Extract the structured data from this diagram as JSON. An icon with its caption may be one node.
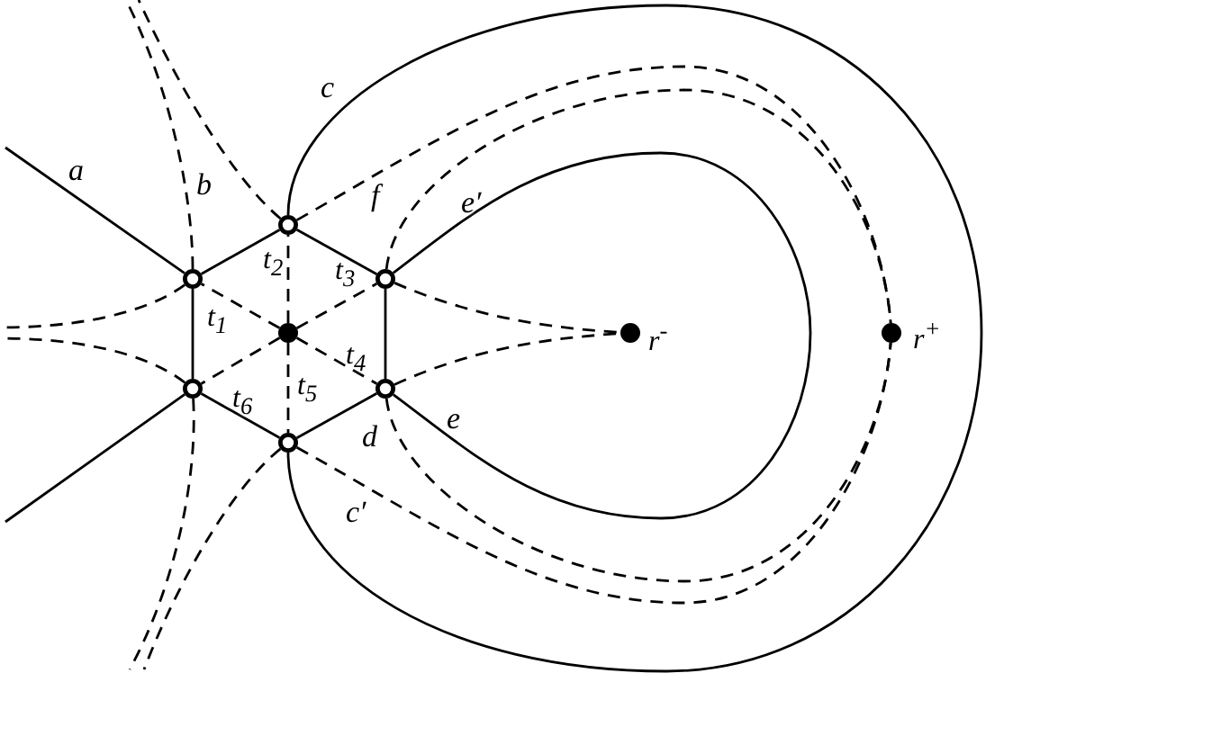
{
  "diagram": {
    "nodes": [
      {
        "text": [],
        "shape": "circle",
        "beside": [
          "t$_{1}$"
        ]
      },
      {
        "text": [],
        "shape": "circle",
        "beside": [
          "t$_{2}$"
        ]
      },
      {
        "text": [],
        "shape": "circle",
        "beside": [
          "t$_{3}$"
        ]
      },
      {
        "text": [],
        "shape": "circle",
        "beside": [
          "t$_{4}$"
        ]
      },
      {
        "text": [],
        "shape": "circle",
        "beside": [
          "t$_{5}$"
        ]
      },
      {
        "text": [],
        "shape": "circle",
        "beside": [
          "t$_{6}$"
        ]
      },
      {
        "text": [],
        "shape": "circle"
      },
      {
        "text": [],
        "shape": "circle",
        "beside": [
          "r$^{-}$"
        ]
      },
      {
        "text": [],
        "shape": "circle",
        "beside": [
          "r$^{+}$"
        ]
      }
    ],
    "edges": [
      {
        "from": 0,
        "to": 1,
        "arrow": "none"
      },
      {
        "from": 1,
        "to": 2,
        "arrow": "none"
      },
      {
        "from": 2,
        "to": 3,
        "arrow": "none"
      },
      {
        "from": 3,
        "to": 4,
        "arrow": "none"
      },
      {
        "from": 4,
        "to": 5,
        "arrow": "none"
      },
      {
        "from": 5,
        "to": 0,
        "arrow": "none"
      },
      {
        "from": 0,
        "to": null,
        "arrow": "none",
        "label": "a"
      },
      {
        "from": 5,
        "to": null,
        "arrow": "none"
      },
      {
        "from": 1,
        "to": 4,
        "arrow": "none",
        "label": "c"
      },
      {
        "from": 2,
        "to": 3,
        "arrow": "none",
        "label": "e′"
      },
      {
        "from": 0,
        "to": null,
        "arrow": "none",
        "style": "dashed",
        "label": "b"
      },
      {
        "from": 1,
        "to": null,
        "arrow": "none",
        "style": "dashed"
      },
      {
        "from": 0,
        "to": null,
        "arrow": "none",
        "style": "dashed"
      },
      {
        "from": 5,
        "to": null,
        "arrow": "none",
        "style": "dashed"
      },
      {
        "from": 5,
        "to": null,
        "arrow": "none",
        "style": "dashed"
      },
      {
        "from": 4,
        "to": null,
        "arrow": "none",
        "style": "dashed"
      },
      {
        "from": 1,
        "to": 8,
        "arrow": "none",
        "style": "dashed",
        "label": "f"
      },
      {
        "from": 2,
        "to": 8,
        "arrow": "none",
        "style": "dashed"
      },
      {
        "from": 3,
        "to": 8,
        "arrow": "none",
        "style": "dashed",
        "label": "d"
      },
      {
        "from": 4,
        "to": 8,
        "arrow": "none",
        "style": "dashed"
      },
      {
        "from": 2,
        "to": 7,
        "arrow": "none",
        "style": "dashed"
      },
      {
        "from": 3,
        "to": 7,
        "arrow": "none",
        "style": "dashed"
      },
      {
        "from": 6,
        "to": 0,
        "arrow": "none",
        "style": "dashed"
      },
      {
        "from": 6,
        "to": 1,
        "arrow": "none",
        "style": "dashed"
      },
      {
        "from": 6,
        "to": 2,
        "arrow": "none",
        "style": "dashed"
      },
      {
        "from": 6,
        "to": 3,
        "arrow": "none",
        "style": "dashed"
      },
      {
        "from": 6,
        "to": 4,
        "arrow": "none",
        "style": "dashed"
      },
      {
        "from": 6,
        "to": 5,
        "arrow": "none",
        "style": "dashed"
      }
    ],
    "labels": [
      "c′",
      "e"
    ]
  }
}
